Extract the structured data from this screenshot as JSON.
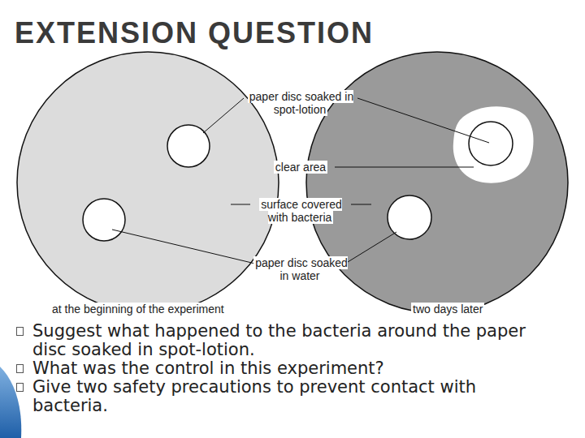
{
  "diagram": {
    "title": "EXTENSION QUESTION",
    "labels": [
      "paper disc soaked in spot-lotion",
      "clear area",
      "surface covered with bacteria",
      "paper disc soaked in water",
      "at the beginning of the experiment",
      "two days later",
      "Suggest what happened to the bacteria around the paper disc soaked in spot-lotion.",
      "What was the control in this experiment?",
      "Give two safety precautions to prevent contact with bacteria."
    ]
  }
}
